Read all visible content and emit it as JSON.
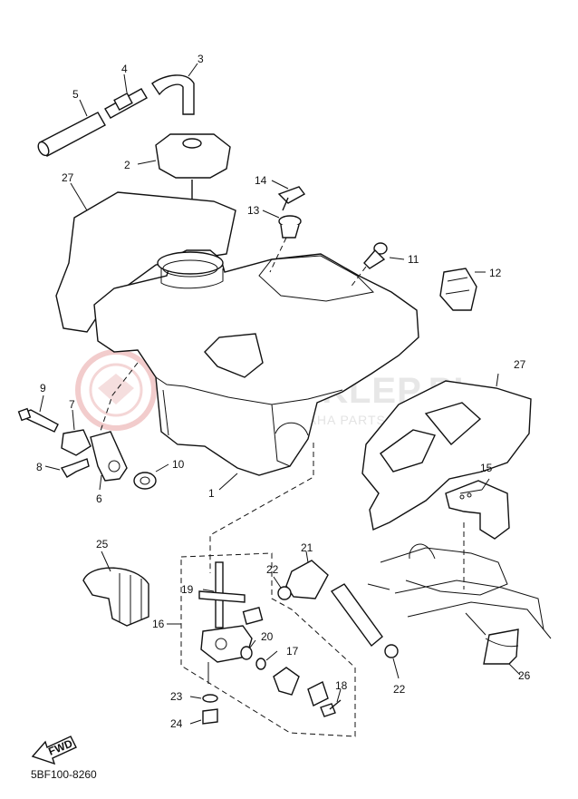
{
  "watermark": {
    "main": "YAMA-SKLEP.PL",
    "sub": "WORLDWIDE YAMAHA PARTS DEALER YAMAHA"
  },
  "diagram_code": "5BF100-8260",
  "fwd_label": "FWD",
  "part_labels": {
    "p1": "1",
    "p2": "2",
    "p3": "3",
    "p4": "4",
    "p5": "5",
    "p6": "6",
    "p7": "7",
    "p8": "8",
    "p9": "9",
    "p10": "10",
    "p11": "11",
    "p12": "12",
    "p13": "13",
    "p14": "14",
    "p15": "15",
    "p16": "16",
    "p17": "17",
    "p18": "18",
    "p19": "19",
    "p20": "20",
    "p21": "21",
    "p22a": "22",
    "p22b": "22",
    "p23": "23",
    "p24": "24",
    "p25": "25",
    "p26": "26",
    "p27a": "27",
    "p27b": "27"
  }
}
